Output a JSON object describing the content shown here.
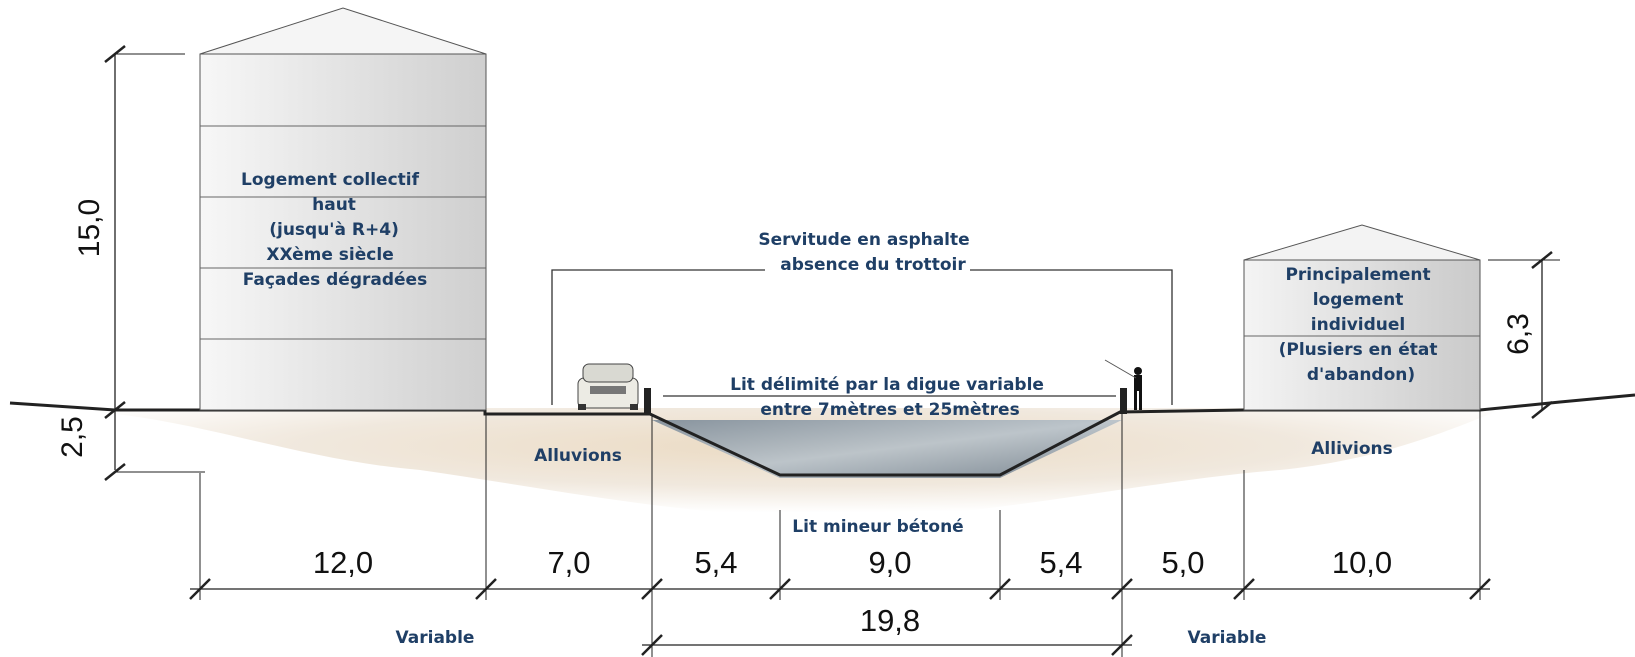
{
  "labels": {
    "left_building": [
      "Logement collectif",
      "haut",
      "(jusqu'à R+4)",
      "XXème  siècle",
      "Façades  dégradées"
    ],
    "servitude": [
      "Servitude en asphalte",
      "absence du trottoir"
    ],
    "right_building": [
      "Principalement",
      "logement",
      "individuel",
      "(Plusiers en état",
      "d'abandon)"
    ],
    "lit": [
      "Lit délimité par la digue variable",
      "entre 7mètres et 25mètres"
    ],
    "alluvions_left": "Alluvions",
    "alluvions_right": "Allivions",
    "lit_mineur": "Lit mineur bétoné"
  },
  "dimensions": {
    "widths": [
      "12,0",
      "7,0",
      "5,4",
      "9,0",
      "5,4",
      "5,0",
      "10,0"
    ],
    "total_channel": "19,8",
    "variable_left": "Variable",
    "variable_right": "Variable",
    "height_left": "15,0",
    "depth_left": "2,5",
    "height_right": "6,3"
  },
  "colors": {
    "label_text": "#1f3f66",
    "line": "#222222",
    "building_fill": "#e4e4e4",
    "water": "#8a97a4"
  }
}
